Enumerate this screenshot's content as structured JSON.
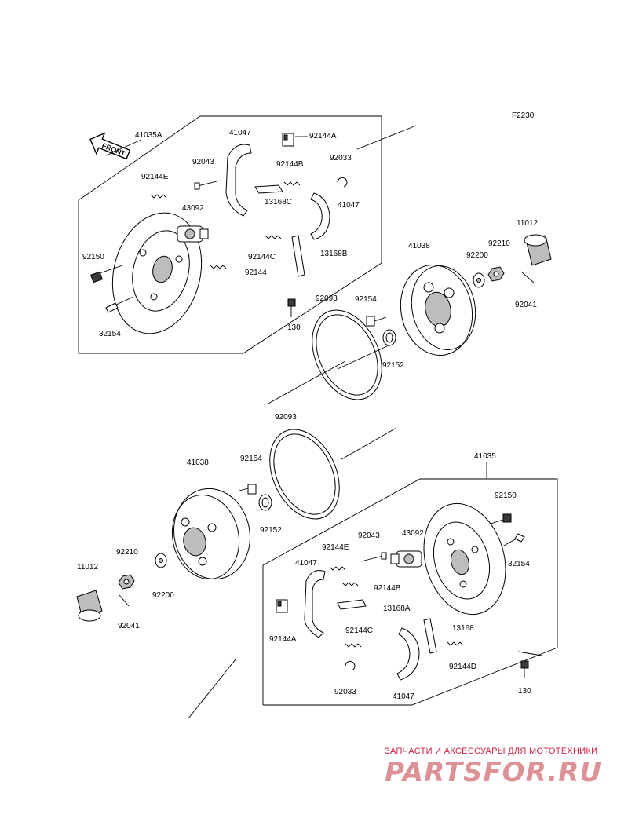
{
  "figure_code": "F2230",
  "front_label": "FRONT",
  "upper_assembly": {
    "labels": {
      "backing_plate": "41035A",
      "shoe_top": "41047",
      "clip_a": "92144A",
      "bolt_92043": "92043",
      "spring_b": "92144B",
      "clip_92033": "92033",
      "spring_e": "92144E",
      "wheel_cyl": "43092",
      "lever_c": "13168C",
      "shoe_right": "41047",
      "bolt_92150": "92150",
      "spring_c": "92144C",
      "lever_b": "13168B",
      "spring_92144": "92144",
      "screw_32154": "32154",
      "bolt_130": "130",
      "seal_92093": "92093",
      "stud_92154": "92154",
      "drum_41038": "41038",
      "washer_92200": "92200",
      "nut_92210": "92210",
      "cap_11012": "11012",
      "pin_92041": "92041",
      "seal_92152": "92152"
    }
  },
  "lower_assembly": {
    "labels": {
      "seal_92093": "92093",
      "drum_41038": "41038",
      "stud_92154": "92154",
      "backing_plate": "41035",
      "bolt_92150": "92150",
      "nut_92210": "92210",
      "seal_92152": "92152",
      "bolt_92043": "92043",
      "wheel_cyl": "43092",
      "spring_e": "92144E",
      "screw_32154": "32154",
      "cap_11012": "11012",
      "washer_92200": "92200",
      "shoe_left": "41047",
      "spring_b": "92144B",
      "lever_a": "13168A",
      "pin_92041": "92041",
      "clip_a": "92144A",
      "spring_c": "92144C",
      "lever_13168": "13168",
      "spring_d": "92144D",
      "clip_92033": "92033",
      "shoe_bottom": "41047",
      "bolt_130": "130"
    }
  },
  "watermark": {
    "tagline": "ЗАПЧАСТИ И АКСЕССУАРЫ ДЛЯ МОТОТЕХНИКИ",
    "brand": "PARTSFOR.RU"
  }
}
